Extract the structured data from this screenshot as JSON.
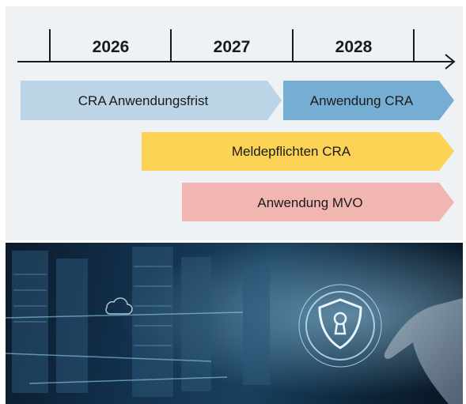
{
  "timeline": {
    "years": [
      "2026",
      "2027",
      "2028"
    ],
    "bars": [
      {
        "label": "CRA Anwendungsfrist",
        "color": "#bcd5e6"
      },
      {
        "label": "Anwendung CRA",
        "color": "#76aed3"
      },
      {
        "label": "Meldepflichten CRA",
        "color": "#fdd356"
      },
      {
        "label": "Anwendung MVO",
        "color": "#f2b6b2"
      }
    ]
  },
  "banner": {
    "image": "cybersecurity-server-room-photo",
    "icons": [
      "shield-keyhole-icon",
      "cloud-icon"
    ]
  }
}
